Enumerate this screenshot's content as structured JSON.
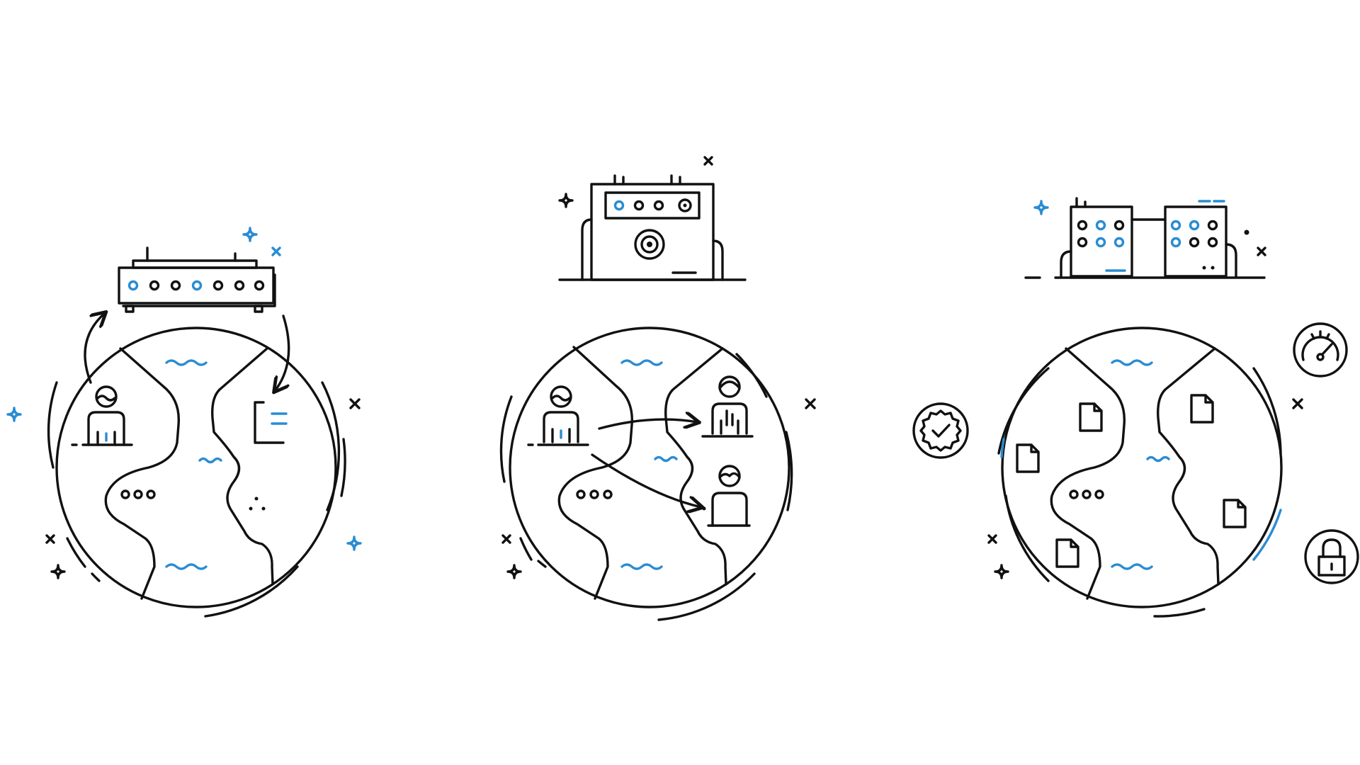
{
  "colors": {
    "line": "#111111",
    "accent": "#2a8cd2",
    "background": "#ffffff"
  },
  "panels": [
    {
      "name": "server-exchange-globe",
      "icons": [
        "rack-server-icon",
        "person-icon",
        "document-icon",
        "refresh-arrows-icon"
      ]
    },
    {
      "name": "data-center-sharing-globe",
      "icons": [
        "data-center-icon",
        "person-icon",
        "person-icon",
        "person-icon",
        "share-arrows-icon"
      ]
    },
    {
      "name": "secure-documents-globe",
      "icons": [
        "buildings-icon",
        "document-icon",
        "check-badge-icon",
        "gauge-icon",
        "lock-icon"
      ]
    }
  ]
}
